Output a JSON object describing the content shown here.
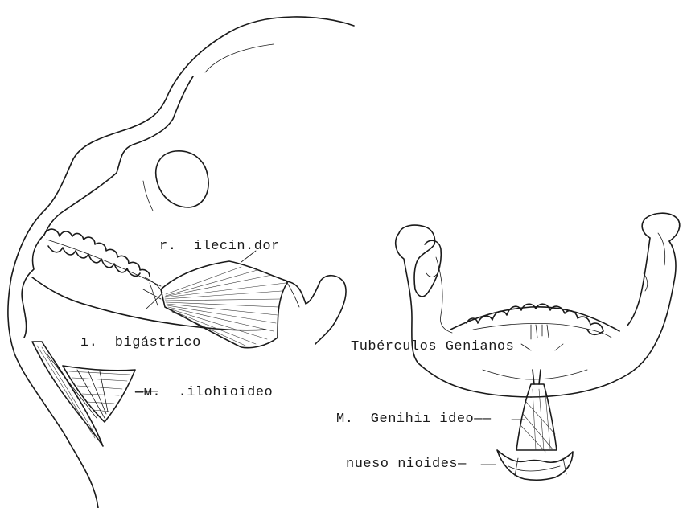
{
  "labels": {
    "buccinator": "r.  ilecin.dor",
    "digastric": "ı.  bigástrico",
    "mylohyoid": "—м.  .ilohioideo",
    "tubercles": "Tubérculos Genianos",
    "geniohyoid": "M.  Genihiı ideo——",
    "hyoid": "nueso nioides—"
  }
}
